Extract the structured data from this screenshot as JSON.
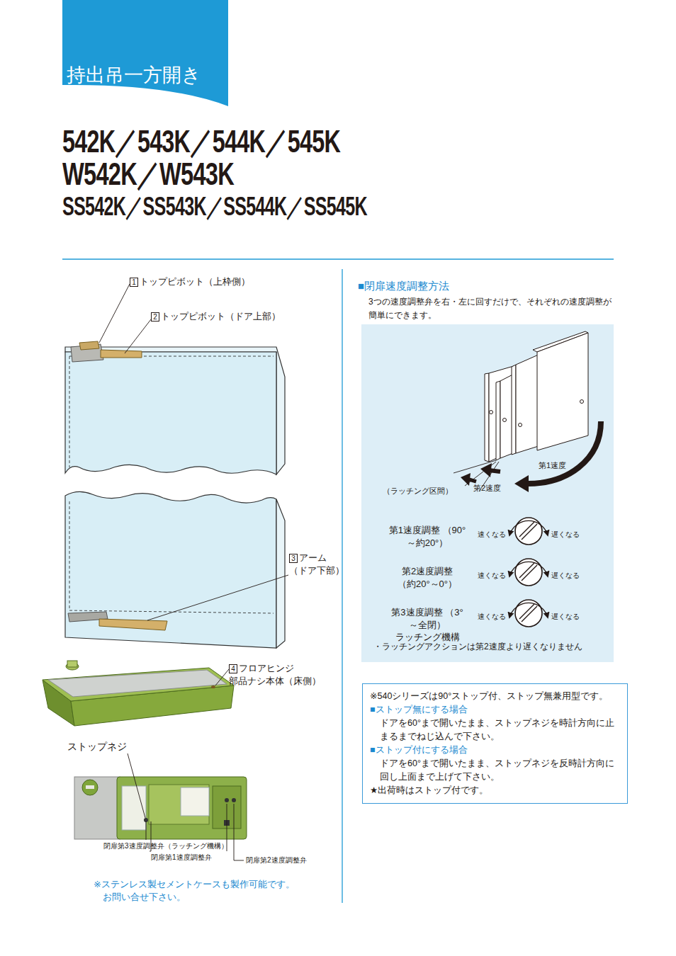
{
  "diagram": {
    "nodes": [
      {
        "text": [
          "持出吊一方開き"
        ]
      },
      {
        "text": [
          "※540シリーズは90°ストップ付、ストップ無兼用型です。",
          "■ストップ無にする場合",
          "ドアを60°まで開いたまま、ストップネジを時計方向に止まるまでねじ込んで下さい。",
          "■ストップ付にする場合",
          "ドアを60°まで開いたまま、ストップネジを反時計方向に回し上面まで上げて下さい。",
          "★出荷時はストップ付です。"
        ]
      }
    ],
    "edges": [],
    "labels": [
      "542K／543K／544K／545K",
      "W542K／W543K",
      "SS542K／SS543K／SS544K／SS545K",
      "1",
      "トップピボット（上枠側）",
      "2",
      "トップピボット（ドア上部）",
      "3",
      "アーム （ドア下部）",
      "4",
      "フロアヒンジ 部品ナシ本体（床側）",
      "ストップネジ",
      "閉扉第3速度調整弁（ラッチング機構）",
      "閉扉第1速度調整弁",
      "閉扉第2速度調整弁",
      "※ステンレス製セメントケースも製作可能です。 お問い合せ下さい。",
      "■閉扉速度調整方法",
      "3つの速度調整弁を右・左に回すだけで、それぞれの速度調整が簡単にできます。",
      "第1速度",
      "第2速度",
      "（ラッチング区間）",
      "第1速度調整 （90°～約20°）",
      "速くなる",
      "遅くなる",
      "第2速度調整 （約20°～0°）",
      "速くなる",
      "遅くなる",
      "第3速度調整 （3°～全閉） ラッチング機構",
      "速くなる",
      "遅くなる",
      "・ラッチングアクションは第2速度より遅くなりません"
    ]
  }
}
